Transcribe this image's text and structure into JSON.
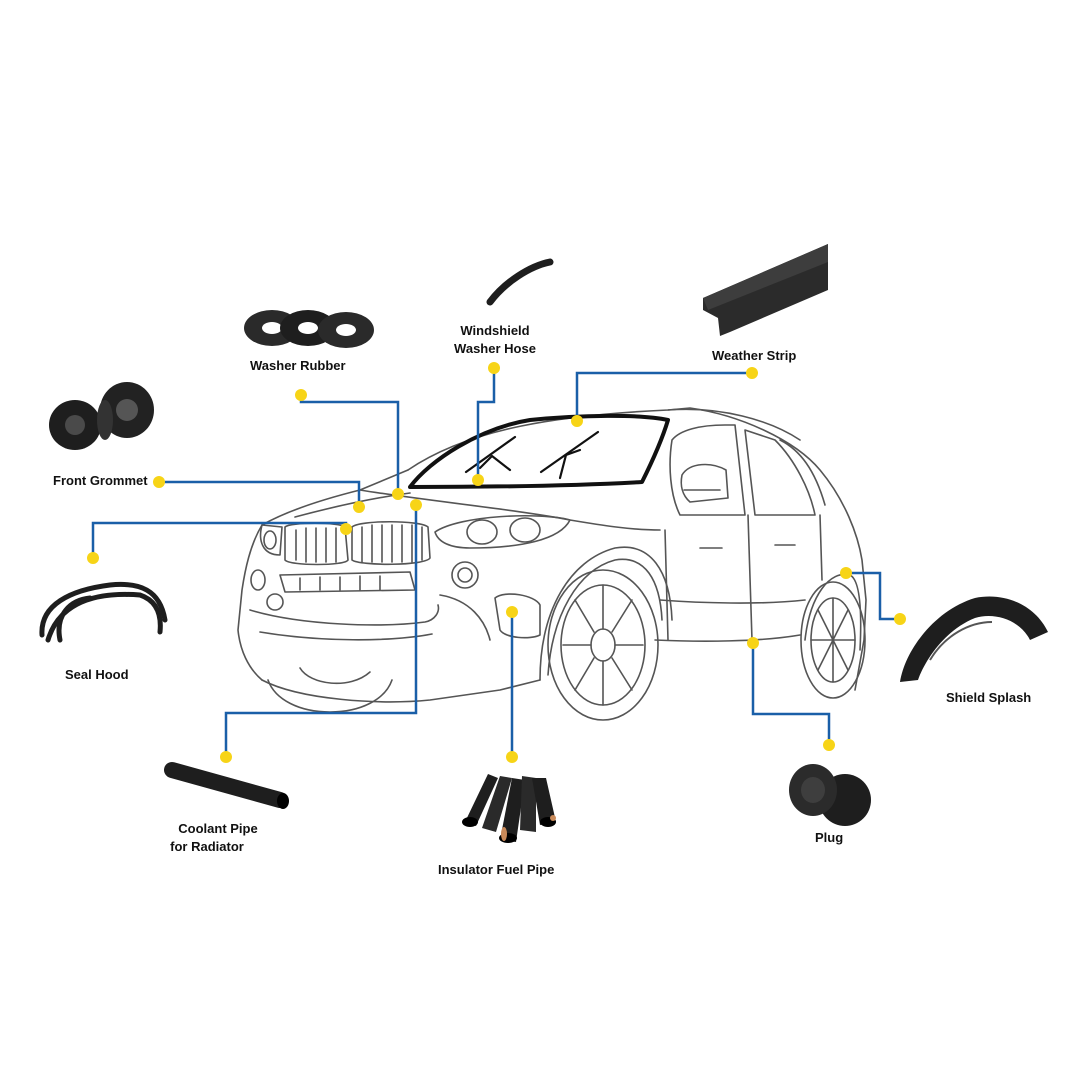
{
  "colors": {
    "leader": "#1a5fa8",
    "dot": "#f7d417",
    "outline": "#555555",
    "part": "#1e1e1e"
  },
  "parts": [
    {
      "id": "washer-rubber",
      "lines": [
        "Washer Rubber"
      ],
      "icon": "washer-rubber-icon"
    },
    {
      "id": "windshield-washer-hose",
      "lines": [
        "Windshield",
        "Washer Hose"
      ],
      "icon": "hose-icon"
    },
    {
      "id": "weather-strip",
      "lines": [
        "Weather Strip"
      ],
      "icon": "weather-strip-icon"
    },
    {
      "id": "front-grommet",
      "lines": [
        "Front Grommet"
      ],
      "icon": "grommet-icon"
    },
    {
      "id": "seal-hood",
      "lines": [
        "Seal Hood"
      ],
      "icon": "seal-hood-icon"
    },
    {
      "id": "shield-splash",
      "lines": [
        "Shield Splash"
      ],
      "icon": "shield-splash-icon"
    },
    {
      "id": "coolant-pipe",
      "lines": [
        "Coolant Pipe",
        "for Radiator"
      ],
      "icon": "coolant-pipe-icon"
    },
    {
      "id": "insulator-fuel-pipe",
      "lines": [
        "Insulator Fuel Pipe"
      ],
      "icon": "fuel-pipe-icon"
    },
    {
      "id": "plug",
      "lines": [
        "Plug"
      ],
      "icon": "plug-icon"
    }
  ]
}
